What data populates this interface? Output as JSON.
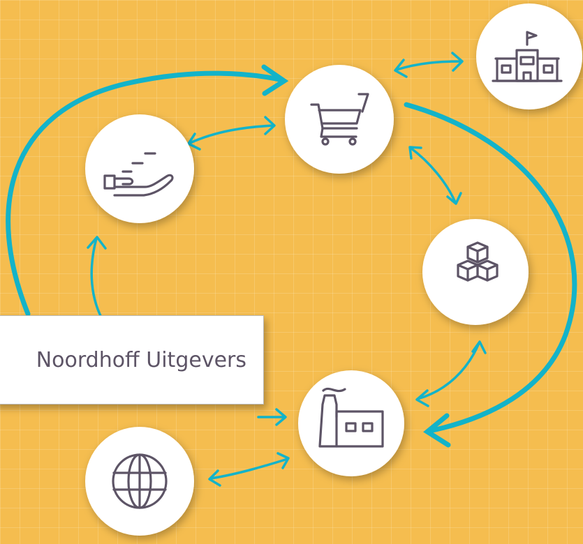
{
  "label": {
    "text": "Noordhoff Uitgevers"
  },
  "colors": {
    "background": "#f5bd4f",
    "arrow": "#13b3c9",
    "icon": "#5d5466",
    "node": "#ffffff"
  },
  "nodes": [
    {
      "id": "shopping-cart",
      "icon": "shopping-cart-icon"
    },
    {
      "id": "government",
      "icon": "government-building-icon"
    },
    {
      "id": "money-hand",
      "icon": "hand-money-icon"
    },
    {
      "id": "goods",
      "icon": "boxes-icon"
    },
    {
      "id": "factory",
      "icon": "factory-icon"
    },
    {
      "id": "world",
      "icon": "globe-icon"
    }
  ]
}
